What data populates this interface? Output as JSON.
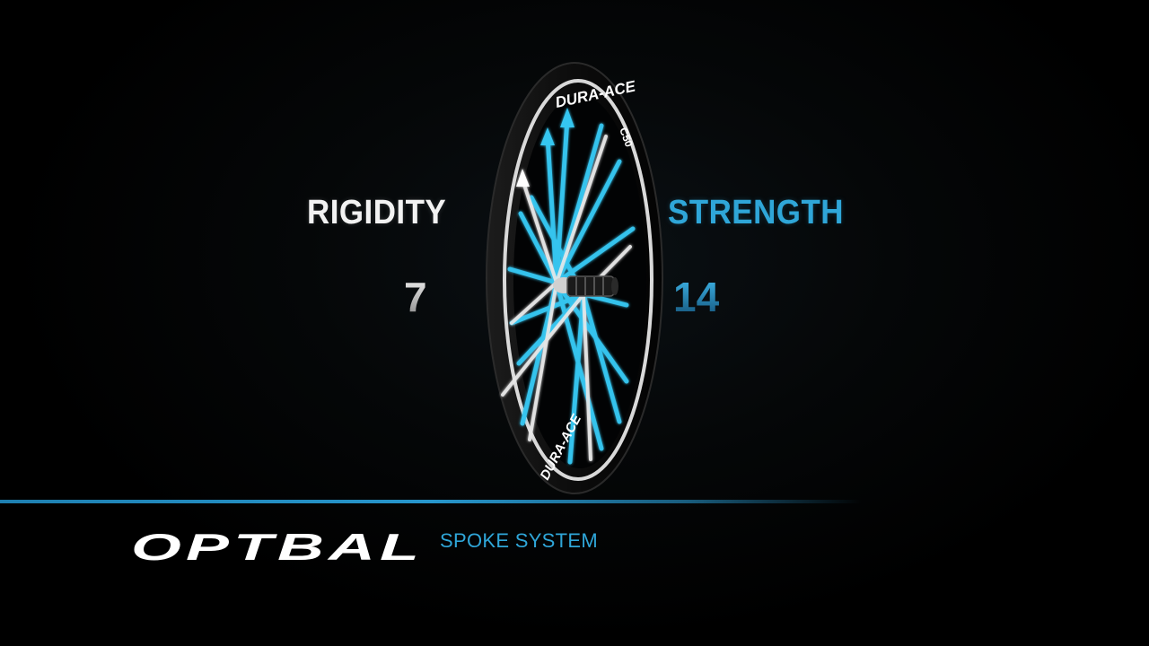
{
  "metrics": {
    "rigidity": {
      "label": "RIGIDITY",
      "value": "7"
    },
    "strength": {
      "label": "STRENGTH",
      "value": "14"
    }
  },
  "brand": {
    "logo_text": "OPTBAL",
    "subtitle": "SPOKE SYSTEM"
  },
  "wheel": {
    "rim_text": "DURA-ACE",
    "badge_text": "C50"
  },
  "colors": {
    "accent": "#2fa6d8",
    "spoke_blue": "#35c6f0",
    "spoke_white": "#e8e8e8",
    "background": "#000000"
  }
}
